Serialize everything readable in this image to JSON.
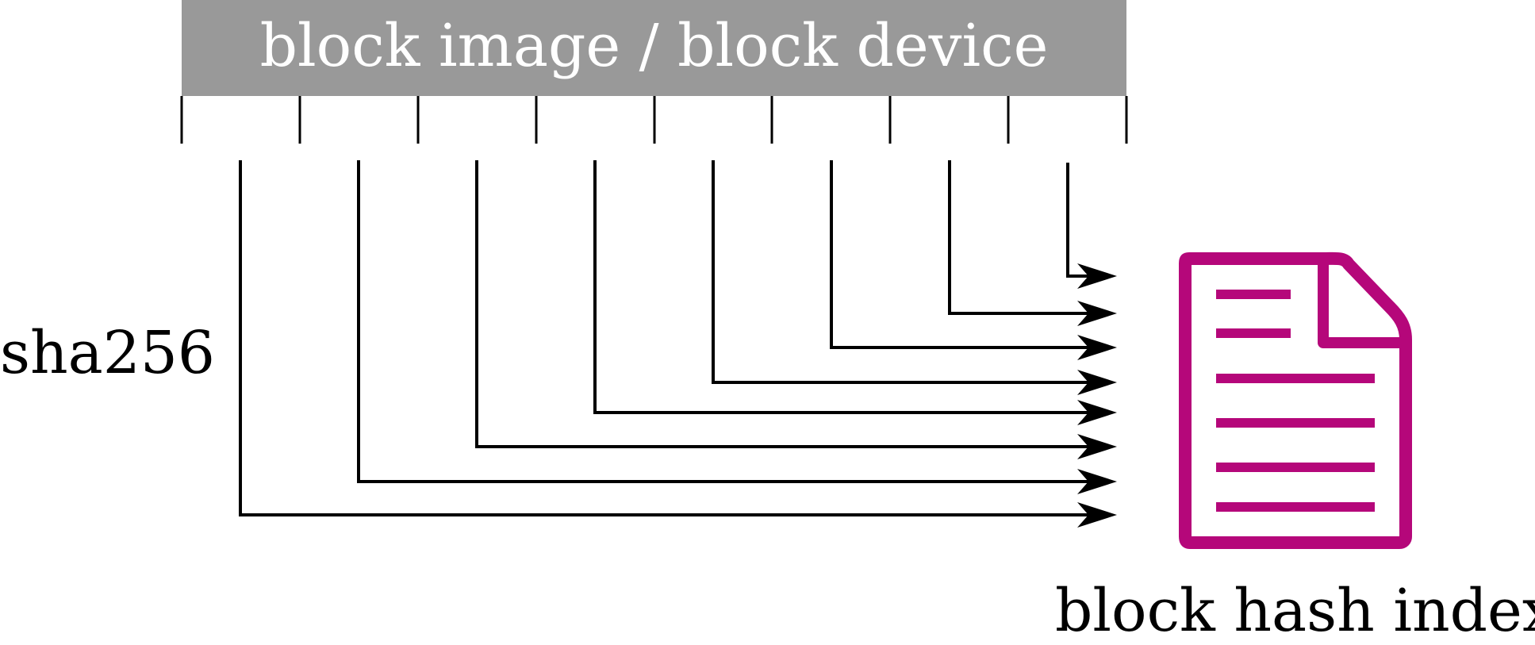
{
  "header": {
    "title": "block image / block device"
  },
  "labels": {
    "left": "sha256",
    "bottom": "block hash index"
  },
  "blocks": {
    "count": 8
  },
  "colors": {
    "header_fill": "#999999",
    "header_text": "#ffffff",
    "line": "#000000",
    "document_icon": "#b5077a"
  },
  "icons": {
    "document": "document-icon",
    "arrow": "arrow-right-icon"
  }
}
